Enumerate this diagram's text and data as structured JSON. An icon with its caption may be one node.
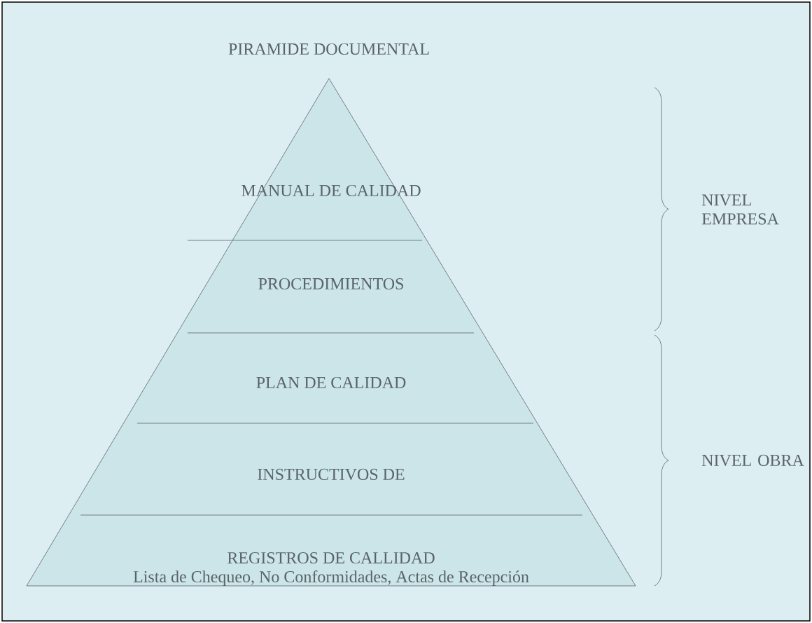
{
  "diagram": {
    "title": "PIRAMIDE DOCUMENTAL",
    "nodes": [
      {
        "text": [
          "MANUAL DE CALIDAD"
        ]
      },
      {
        "text": [
          "PROCEDIMIENTOS"
        ]
      },
      {
        "text": [
          "PLAN DE CALIDAD"
        ]
      },
      {
        "text": [
          "INSTRUCTIVOS DE"
        ]
      },
      {
        "text": [
          "REGISTROS DE CALLIDAD",
          "Lista de Chequeo, No Conformidades, Actas de Recepción"
        ]
      }
    ],
    "edges": [],
    "labels": [
      "NIVEL EMPRESA",
      "NIVEL OBRA"
    ]
  }
}
